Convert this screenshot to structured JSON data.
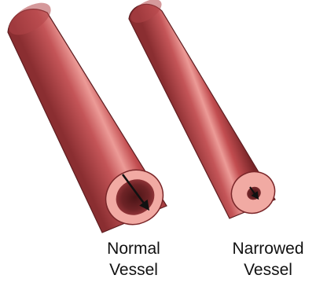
{
  "captions": {
    "normal": {
      "line1": "Normal",
      "line2": "Vessel"
    },
    "narrowed": {
      "line1": "Narrowed",
      "line2": "Vessel"
    }
  },
  "colors": {
    "vessel_wall": "#b8484b",
    "vessel_dark": "#7e2a2d",
    "vessel_light": "#e88e8b",
    "lumen_ring": "#f0a8a2",
    "lumen_inner": "#5e1c1f",
    "arrow": "#111111"
  }
}
